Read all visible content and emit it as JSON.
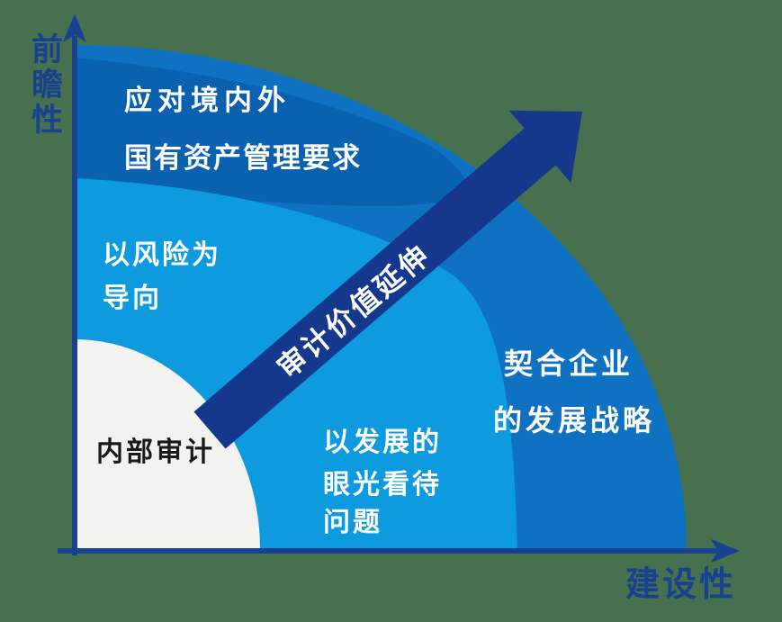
{
  "background_color": "#47704F",
  "axes": {
    "color": "#18418F",
    "y_label": "前瞻性",
    "x_label": "建设性"
  },
  "arrow": {
    "color": "#15378C",
    "label": "审计价值延伸",
    "label_color": "#FFFFFF"
  },
  "regions": {
    "inner": {
      "color": "#F2F2F1",
      "text_color": "#1A1A1A",
      "lines": [
        "内部审计"
      ]
    },
    "ring2": {
      "color": "#0D9ADF",
      "text_color": "#FFFFFF",
      "upper_lines": [
        "以风险为",
        "导向"
      ],
      "lower_lines": [
        "以发展的",
        "眼光看待",
        "问题"
      ]
    },
    "ring3": {
      "color": "#0A61AF",
      "text_color": "#FFFFFF",
      "lines": [
        "应对境内外",
        "国有资产管理要求"
      ]
    },
    "ring4": {
      "color": "#0E71C2",
      "text_color": "#FFFFFF",
      "lines": [
        "契合企业",
        "的发展战略"
      ]
    }
  }
}
